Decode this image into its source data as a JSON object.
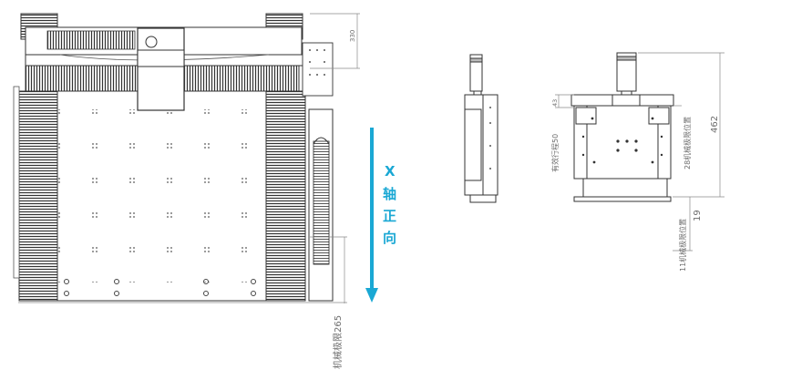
{
  "labels": {
    "dim_330": "330",
    "mech_limit_265": "机械极限265",
    "axis_x": "X",
    "axis_char1": "轴",
    "axis_char2": "正",
    "axis_char3": "向",
    "dim_43": "43",
    "stroke_50": "有效行程50",
    "limit_28": "28机械极限位置",
    "dim_462": "462",
    "dim_19": "19",
    "limit_11": "11机械极限位置"
  },
  "colors": {
    "line": "#3c3c3c",
    "dim": "#8a8a8a",
    "accent": "#1aa8d4"
  }
}
